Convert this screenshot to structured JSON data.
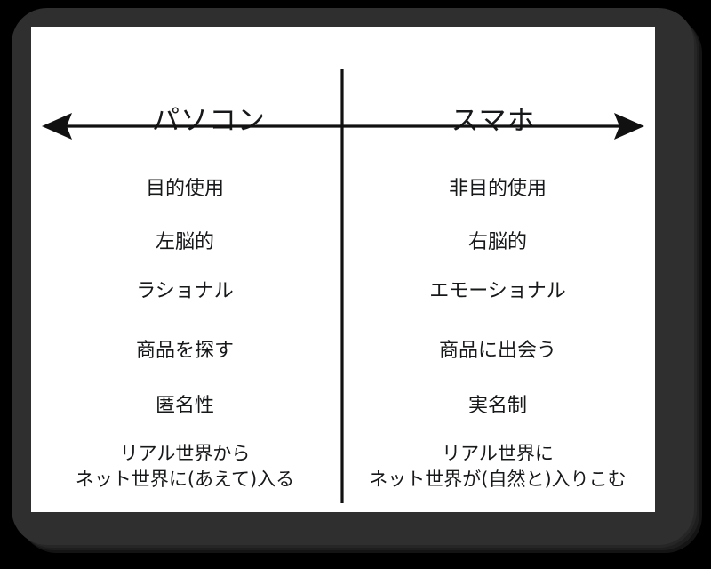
{
  "diagram": {
    "type": "two-column-comparison",
    "axis": {
      "name": "double-headed-horizontal-arrow",
      "left_arrow": "◀",
      "right_arrow": "▶",
      "color": "#111111"
    },
    "divider": {
      "name": "vertical-divider-line",
      "color": "#111111"
    },
    "colors": {
      "background": "#000000",
      "frame": "#2f2f2f",
      "board": "#ffffff",
      "ink": "#17181a"
    },
    "columns": [
      {
        "id": "pc",
        "header": "パソコン",
        "items": [
          "目的使用",
          "左脳的",
          "ラショナル",
          "商品を探す",
          "匿名性",
          "リアル世界から\nネット世界に(あえて)入る"
        ]
      },
      {
        "id": "smartphone",
        "header": "スマホ",
        "items": [
          "非目的使用",
          "右脳的",
          "エモーショナル",
          "商品に出会う",
          "実名制",
          "リアル世界に\nネット世界が(自然と)入りこむ"
        ]
      }
    ]
  }
}
